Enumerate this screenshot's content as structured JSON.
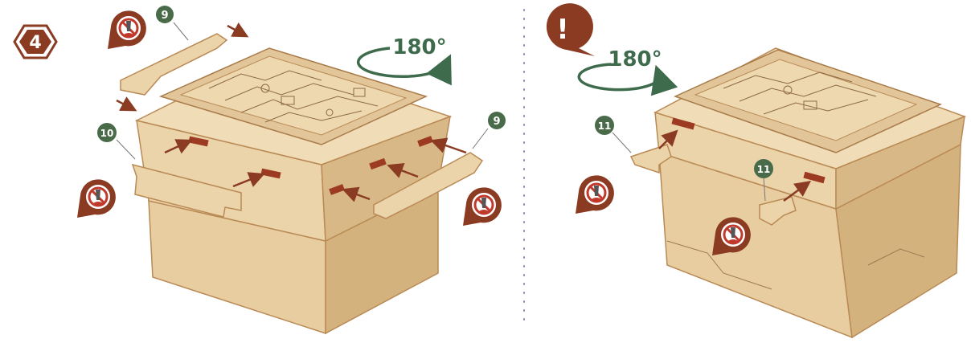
{
  "step": {
    "number": "4"
  },
  "warning_symbol": "!",
  "rotation": {
    "left": "180°",
    "right": "180°"
  },
  "part_labels": {
    "left_top_9": "9",
    "left_right_9": "9",
    "left_10": "10",
    "right_11_a": "11",
    "right_11_b": "11"
  },
  "icons": {
    "step_badge": "hexagon-badge-icon",
    "warning": "exclamation-speech-bubble-icon",
    "no_glue": "no-glue-prohibition-icon",
    "rotate": "rotate-180-arrow-icon",
    "insert_arrow": "insert-direction-arrow-icon"
  },
  "colors": {
    "brand_brown": "#8a3b22",
    "label_green": "#4a6b4a",
    "wood": "#e8cda0",
    "wood_dark": "#d4b27e",
    "wood_edge": "#b98a55",
    "slot_red": "#9c3a22",
    "divider": "#8a86c4"
  }
}
